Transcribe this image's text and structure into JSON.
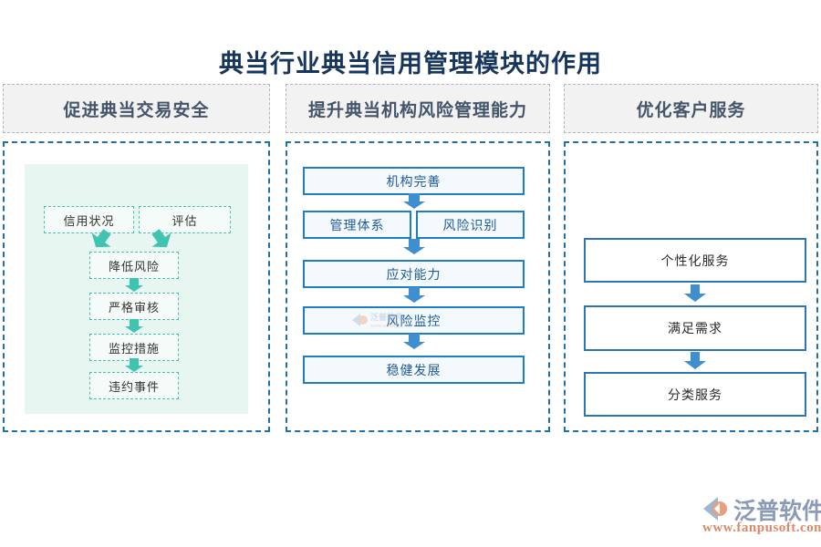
{
  "page": {
    "title": "典当行业典当信用管理模块的作用"
  },
  "colors": {
    "title_text": "#17365d",
    "header_fill": "#f2f2f2",
    "header_text": "#44546a",
    "panel_border": "#1f6fa8",
    "mint_panel": "#e8f6f1",
    "teal_accent": "#3ec4b0",
    "blue_accent": "#1f7dc4",
    "blue_outline": "#2e75b6",
    "brand_name_text": "#8c9bb5",
    "brand_url_text": "#d98a6a"
  },
  "columns": [
    {
      "header": "促进典当交易安全",
      "nodes": {
        "credit_status": "信用状况",
        "assessment": "评估",
        "reduce_risk": "降低风险",
        "strict_review": "严格审核",
        "monitor_measures": "监控措施",
        "default_event": "违约事件"
      }
    },
    {
      "header": "提升典当机构风险管理能力",
      "nodes": {
        "org_improve": "机构完善",
        "management_system": "管理体系",
        "risk_identify": "风险识别",
        "response_ability": "应对能力",
        "risk_monitor": "风险监控",
        "steady_development": "稳健发展"
      }
    },
    {
      "header": "优化客户服务",
      "nodes": {
        "personalized_service": "个性化服务",
        "meet_demand": "满足需求",
        "classified_service": "分类服务"
      }
    }
  ],
  "brand": {
    "name": "泛普软件",
    "url": "www.fanpusoft.com"
  }
}
